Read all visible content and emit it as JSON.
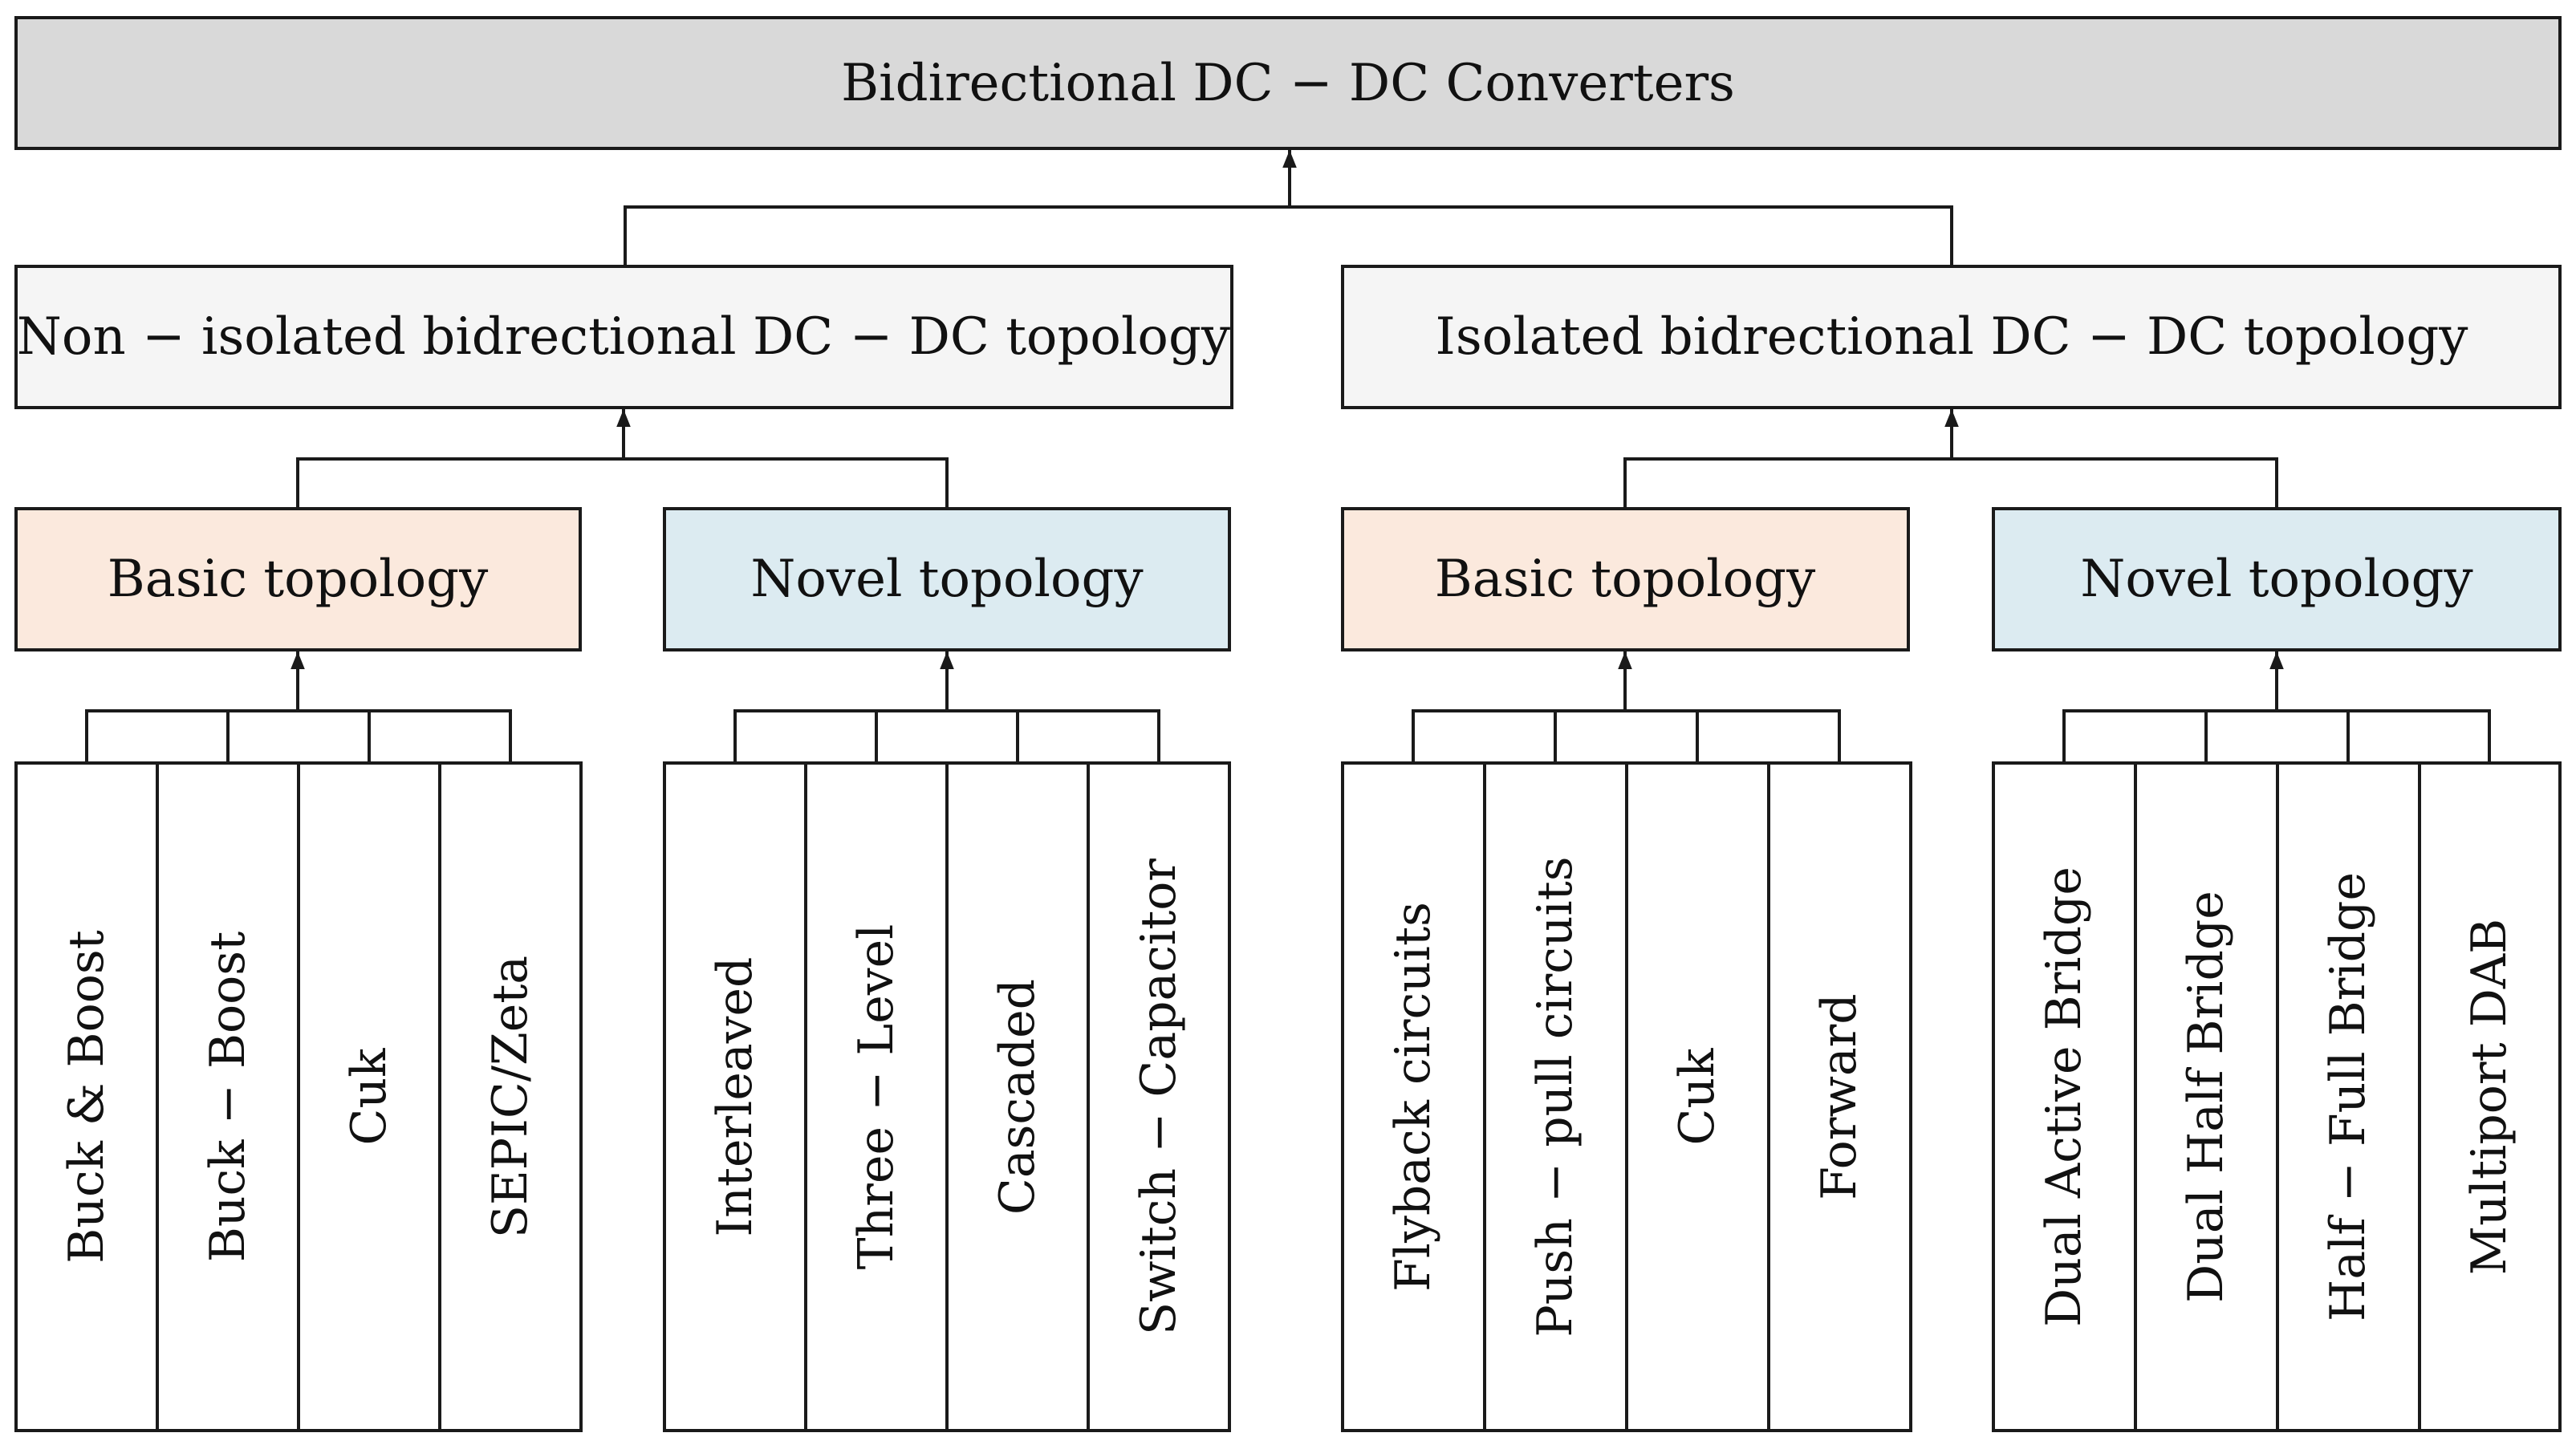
{
  "root": {
    "label": "Bidirectional DC − DC Converters"
  },
  "branches": [
    {
      "label": "Non − isolated bidrectional DC − DC topology",
      "groups": [
        {
          "label": "Basic topology",
          "color": "#fbe9dd",
          "leaves": [
            "Buck & Boost",
            "Buck − Boost",
            "Cuk",
            "SEPIC/Zeta"
          ]
        },
        {
          "label": "Novel topology",
          "color": "#dcebf1",
          "leaves": [
            "Interleaved",
            "Three − Level",
            "Cascaded",
            "Switch − Capacitor"
          ]
        }
      ]
    },
    {
      "label": "Isolated bidrectional DC − DC topology",
      "groups": [
        {
          "label": "Basic topology",
          "color": "#fbe9dd",
          "leaves": [
            "Flyback circuits",
            "Push − pull circuits",
            "Cuk",
            "Forward"
          ]
        },
        {
          "label": "Novel topology",
          "color": "#dcebf1",
          "leaves": [
            "Dual Active Bridge",
            "Dual Half Bridge",
            "Half − Full Bridge",
            "Multiport DAB"
          ]
        }
      ]
    }
  ],
  "colors": {
    "root_fill": "#d9d9d9",
    "branch_fill": "#f5f5f5",
    "stroke": "#1a1a1a"
  }
}
